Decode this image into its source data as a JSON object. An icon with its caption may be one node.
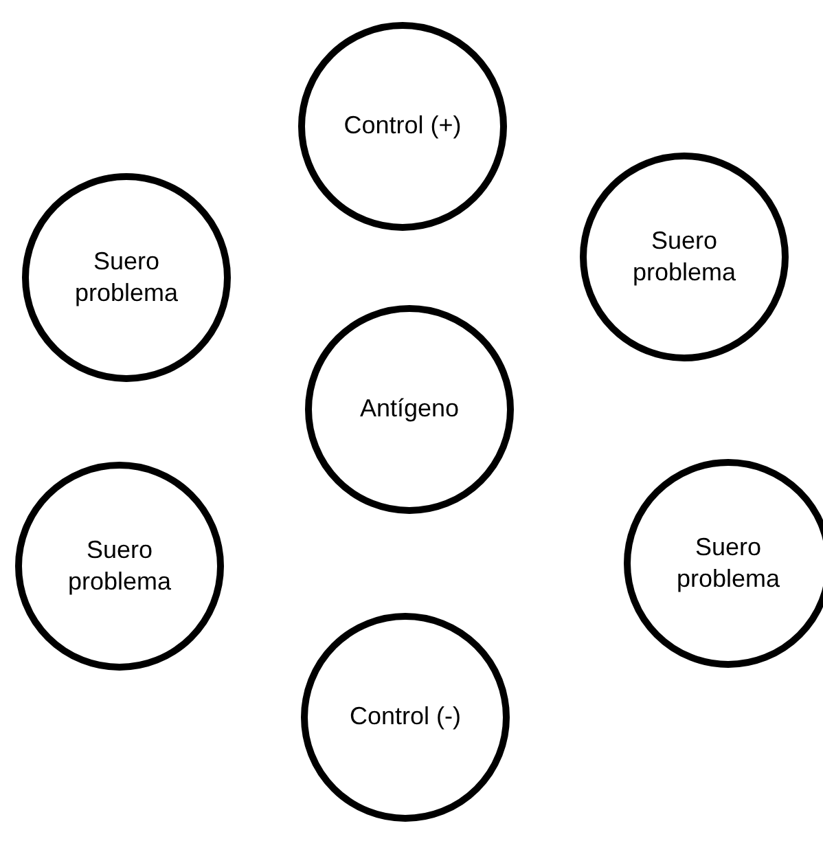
{
  "diagram": {
    "nodes": [
      {
        "text": [
          "Control (+)"
        ]
      },
      {
        "text": [
          "Suero problema"
        ]
      },
      {
        "text": [
          "Suero problema"
        ]
      },
      {
        "text": [
          "Antígeno"
        ]
      },
      {
        "text": [
          "Suero problema"
        ]
      },
      {
        "text": [
          "Suero problema"
        ]
      },
      {
        "text": [
          "Control (-)"
        ]
      }
    ]
  }
}
